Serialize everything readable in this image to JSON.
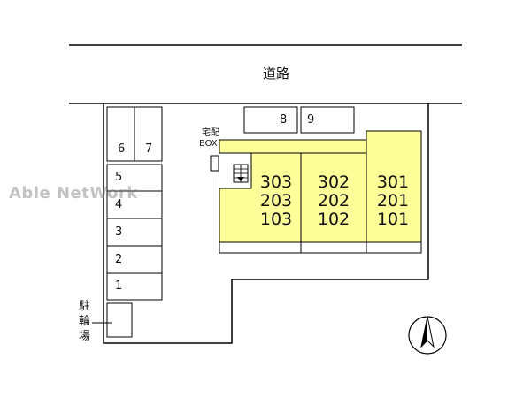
{
  "road": {
    "label": "道路"
  },
  "parking": {
    "spaces": [
      "1",
      "2",
      "3",
      "4",
      "5",
      "6",
      "7",
      "8",
      "9"
    ]
  },
  "delivery_box": {
    "label_line1": "宅配",
    "label_line2": "BOX"
  },
  "bicycle_parking": {
    "label": [
      "駐",
      "輪",
      "場"
    ]
  },
  "units": {
    "col1": [
      "303",
      "203",
      "103"
    ],
    "col2": [
      "302",
      "202",
      "102"
    ],
    "col3": [
      "301",
      "201",
      "101"
    ]
  },
  "watermark": "Able NetWork",
  "colors": {
    "building": "#ffff99",
    "lines": "#000000"
  },
  "north_arrow": {
    "icon": "north-arrow-icon"
  }
}
